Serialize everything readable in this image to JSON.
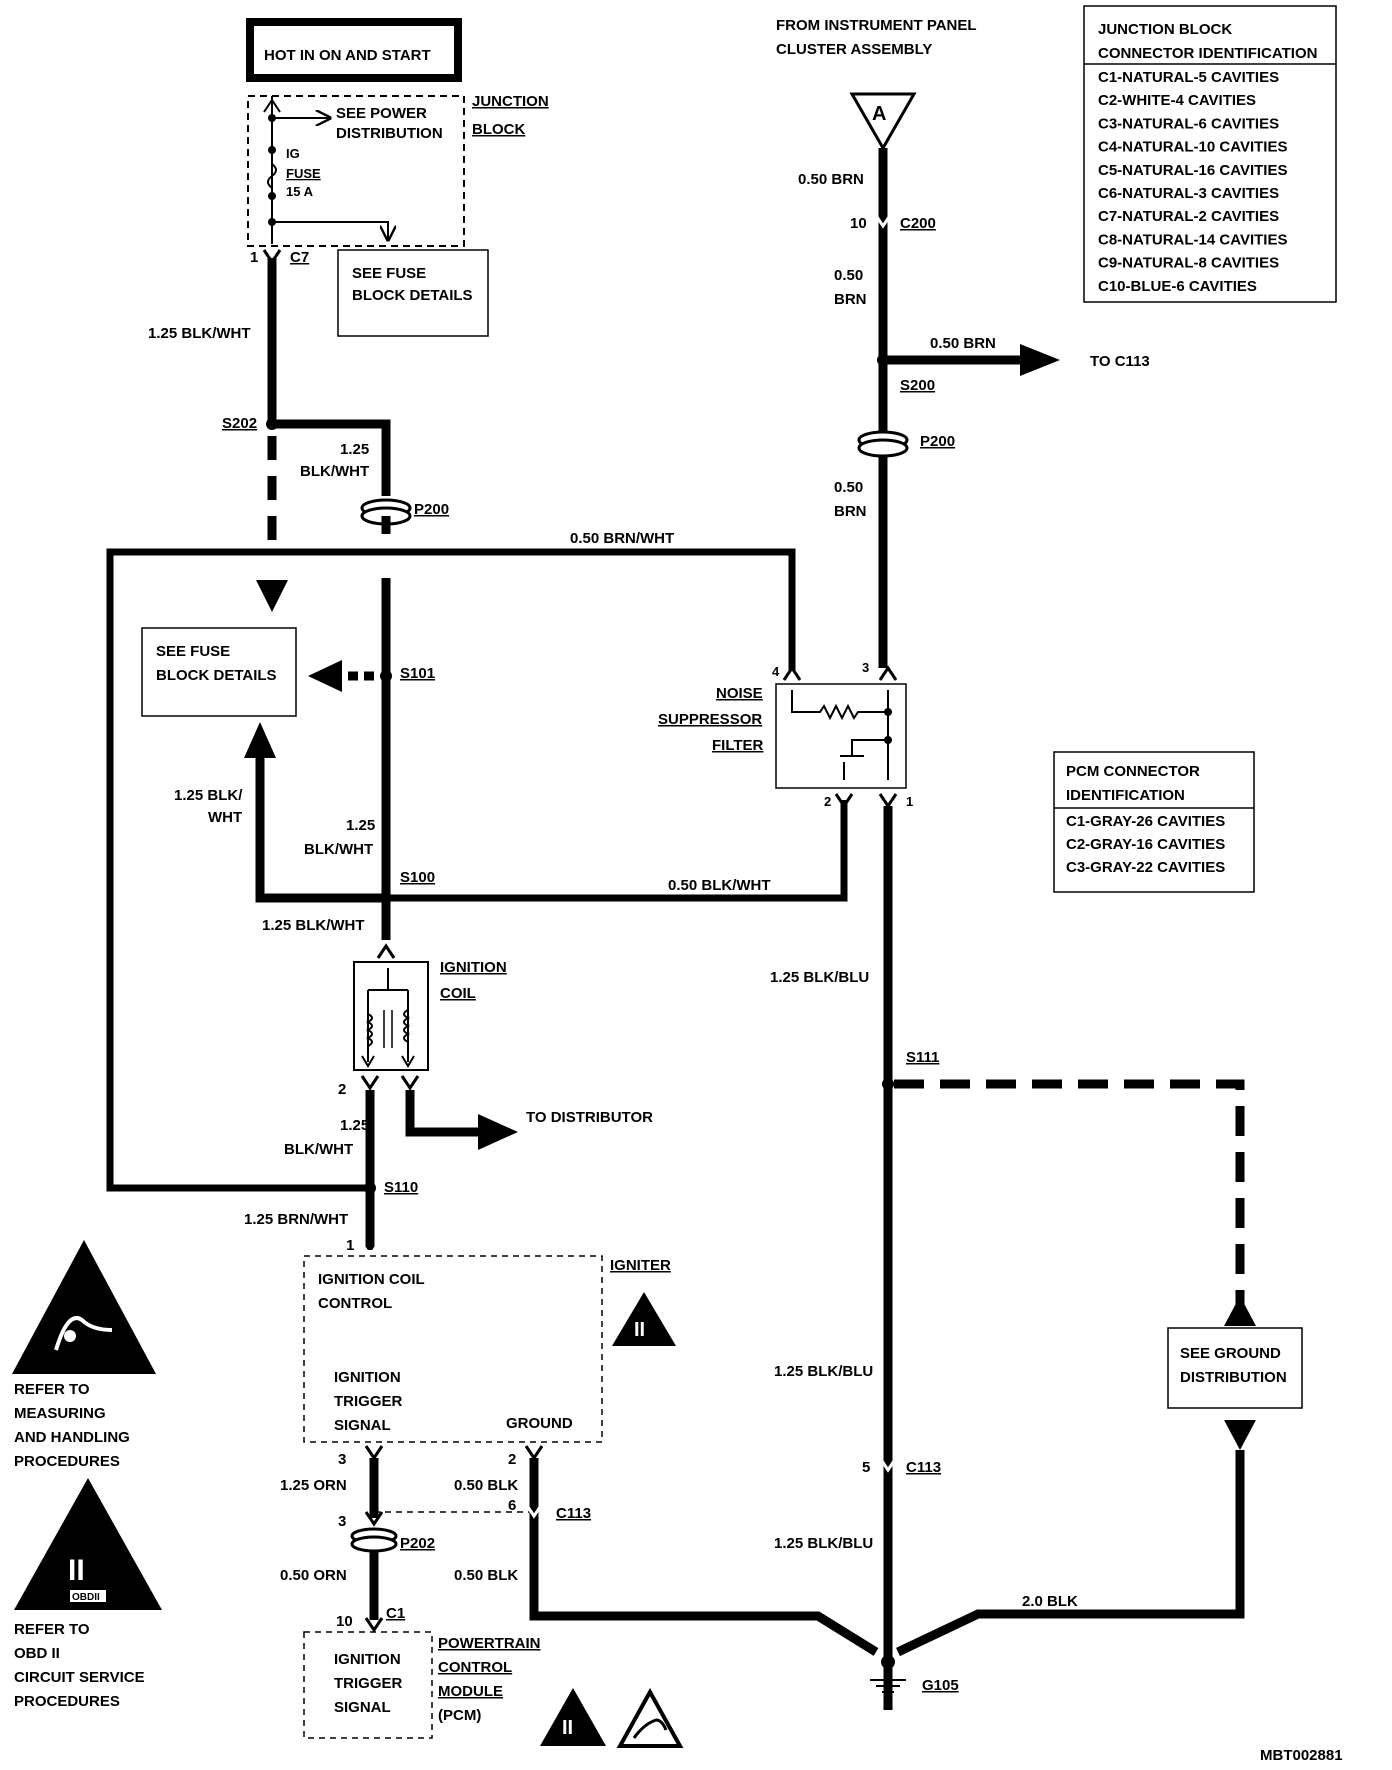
{
  "power_source": "HOT IN ON AND START",
  "junction_block": {
    "label_1": "JUNCTION",
    "label_2": "BLOCK",
    "see_power_1": "SEE POWER",
    "see_power_2": "DISTRIBUTION",
    "fuse_label_1": "IG",
    "fuse_label_2": "FUSE",
    "fuse_rating": "15 A",
    "pin": "1",
    "connector": "C7",
    "see_fuse_1": "SEE FUSE",
    "see_fuse_2": "BLOCK DETAILS"
  },
  "instrument_panel": {
    "line_1": "FROM INSTRUMENT PANEL",
    "line_2": "CLUSTER ASSEMBLY",
    "connector_letter": "A"
  },
  "junction_table": {
    "title_1": "JUNCTION BLOCK",
    "title_2": "CONNECTOR IDENTIFICATION",
    "rows": [
      "C1-NATURAL-5 CAVITIES",
      "C2-WHITE-4 CAVITIES",
      "C3-NATURAL-6 CAVITIES",
      "C4-NATURAL-10 CAVITIES",
      "C5-NATURAL-16 CAVITIES",
      "C6-NATURAL-3 CAVITIES",
      "C7-NATURAL-2 CAVITIES",
      "C8-NATURAL-14 CAVITIES",
      "C9-NATURAL-8 CAVITIES",
      "C10-BLUE-6 CAVITIES"
    ]
  },
  "pcm_table": {
    "title_1": "PCM CONNECTOR",
    "title_2": "IDENTIFICATION",
    "rows": [
      "C1-GRAY-26 CAVITIES",
      "C2-GRAY-16 CAVITIES",
      "C3-GRAY-22 CAVITIES"
    ]
  },
  "wires": {
    "blk_wht_125": "1.25 BLK/WHT",
    "brn_050": "0.50 BRN",
    "n050": "0.50",
    "brn": "BRN",
    "n125": "1.25",
    "blk_wht": "BLK/WHT",
    "brn_wht_050": "0.50 BRN/WHT",
    "blk_wht_050": "0.50 BLK/WHT",
    "blk_slash": "1.25 BLK/",
    "wht": "WHT",
    "blk_blu_125": "1.25 BLK/BLU",
    "brn_wht_125": "1.25 BRN/WHT",
    "orn_125": "1.25 ORN",
    "blk_050": "0.50 BLK",
    "orn_050": "0.50 ORN",
    "blk_20": "2.0 BLK"
  },
  "connectors": {
    "c200": "C200",
    "c200_pin": "10",
    "s200": "S200",
    "p200": "P200",
    "to_c113": "TO C113",
    "s202": "S202",
    "s101": "S101",
    "s100": "S100",
    "s110": "S110",
    "s111": "S111",
    "c113": "C113",
    "c113_pin_5": "5",
    "c113_pin_6": "6",
    "p202": "P202",
    "p202_pin": "3",
    "c1": "C1",
    "c1_pin": "10",
    "g105": "G105"
  },
  "fuse_details_left": {
    "line_1": "SEE FUSE",
    "line_2": "BLOCK DETAILS"
  },
  "noise_filter": {
    "line_1": "NOISE",
    "line_2": "SUPPRESSOR",
    "line_3": "FILTER",
    "pin_4": "4",
    "pin_3": "3",
    "pin_2": "2",
    "pin_1": "1"
  },
  "ignition_coil": {
    "line_1": "IGNITION",
    "line_2": "COIL",
    "pin_2": "2",
    "to_distributor": "TO DISTRIBUTOR"
  },
  "igniter": {
    "label": "IGNITER",
    "coil_control_1": "IGNITION COIL",
    "coil_control_2": "CONTROL",
    "trigger_1": "IGNITION",
    "trigger_2": "TRIGGER",
    "trigger_3": "SIGNAL",
    "ground": "GROUND",
    "pin_1": "1",
    "pin_3": "3",
    "pin_2": "2",
    "obd_symbol": "II"
  },
  "pcm": {
    "trigger_1": "IGNITION",
    "trigger_2": "TRIGGER",
    "trigger_3": "SIGNAL",
    "label_1": "POWERTRAIN",
    "label_2": "CONTROL",
    "label_3": "MODULE",
    "label_4": "(PCM)"
  },
  "ground_distribution": {
    "line_1": "SEE GROUND",
    "line_2": "DISTRIBUTION"
  },
  "esd_note": {
    "line_1": "REFER TO",
    "line_2": "MEASURING",
    "line_3": "AND HANDLING",
    "line_4": "PROCEDURES"
  },
  "obd_note": {
    "symbol": "II",
    "badge": "OBDII",
    "line_1": "REFER TO",
    "line_2": "OBD II",
    "line_3": "CIRCUIT SERVICE",
    "line_4": "PROCEDURES"
  },
  "bottom_obd_symbol": "II",
  "figure_id": "MBT002881"
}
